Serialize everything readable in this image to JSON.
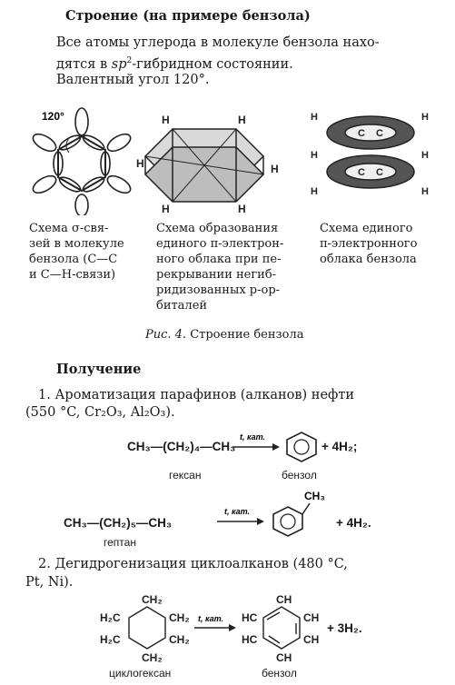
{
  "structure": {
    "title": "Строение (на примере бензола)",
    "para1_line1": "Все атомы углерода в молекуле бензола нахо-",
    "para1_line2_prefix": "дятся в ",
    "para1_line2_sp": "sp",
    "para1_line2_sup": "2",
    "para1_line2_suffix": "-гибридном состоянии.",
    "para2": "Валентный угол 120°.",
    "angle_label": "120°",
    "h": "H",
    "c": "C",
    "captions": {
      "sigma": [
        "Схема σ-свя-",
        "зей в молекуле",
        "бензола (C—C",
        "и C—H-связи)"
      ],
      "pi_formation": [
        "Схема образования",
        "единого π-электрон-",
        "ного облака при пе-",
        "рекрывании негиб-",
        "ридизованных p-ор-",
        "биталей"
      ],
      "pi_cloud": [
        "Схема единого",
        "π-электронного",
        "облака бензола"
      ]
    },
    "figure_caption_prefix": "Рис. 4.",
    "figure_caption_text": " Строение бензола"
  },
  "production": {
    "title": "Получение",
    "item1_line1": "1. Ароматизация парафинов (алканов) нефти",
    "item1_line2": "(550 °C, Cr₂O₃, Al₂O₃).",
    "reaction1": {
      "reactant": "CH₃—(CH₂)₄—CH₃",
      "condition": "t, кат.",
      "product_suffix": "+ 4H₂;",
      "reactant_name": "гексан",
      "product_name": "бензол"
    },
    "reaction2": {
      "reactant": "CH₃—(CH₂)₅—CH₃",
      "condition": "t, кат.",
      "methyl": "CH₃",
      "product_suffix": "+ 4H₂.",
      "reactant_name": "гептан"
    },
    "item2_line1": "2. Дегидрогенизация циклоалканов (480 °C,",
    "item2_line2": "Pt, Ni).",
    "reaction3": {
      "ring_top": "CH₂",
      "ring_left_top": "H₂C",
      "ring_right_top": "CH₂",
      "ring_left_bottom": "H₂C",
      "ring_right_bottom": "CH₂",
      "ring_bottom": "CH₂",
      "condition": "t, кат.",
      "p_top": "CH",
      "p_left_top": "HC",
      "p_right_top": "CH",
      "p_left_bottom": "HC",
      "p_right_bottom": "CH",
      "p_bottom": "CH",
      "product_suffix": "+ 3H₂.",
      "reactant_name": "циклогексан",
      "product_name": "бензол"
    }
  }
}
